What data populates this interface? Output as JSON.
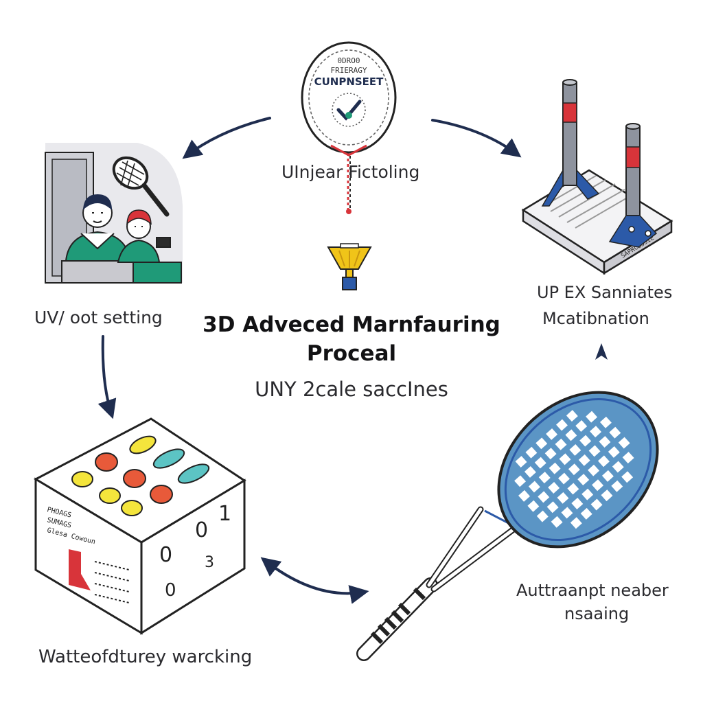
{
  "title": {
    "line1": "3D Adveced Marnfauring",
    "line2": "Proceal"
  },
  "subtitle": "UNY 2cale saccInes",
  "nodes": {
    "top": {
      "label": "UInjear Fictoling",
      "badge_lines": [
        "0DRO0",
        "FRIERAGY",
        "CUNPNSEET"
      ]
    },
    "left": {
      "label": "UV/ oot setting"
    },
    "right": {
      "label_line1": "UP EX Sanniates",
      "label_line2": "Mcatibnation",
      "plate_text": "SAPRCSSSIE"
    },
    "bottom_left": {
      "label": "Watteofdturey warcking",
      "side_text": [
        "PHOAGS",
        "SUMAGS",
        "Glesa Cowoun"
      ],
      "box_digits": [
        "0",
        "1",
        "0",
        "3",
        "0"
      ]
    },
    "bottom_right": {
      "label_line1": "Auttraanpt neaber",
      "label_line2": "nsaaing"
    }
  },
  "colors": {
    "arrow": "#1f2d4f",
    "accent_green": "#1f9a78",
    "accent_red": "#d8343a",
    "racket_blue": "#5b95c5",
    "frame_blue": "#2c5aa8",
    "trophy_gold": "#f0c419"
  },
  "icons": [
    "inspection-badge-icon",
    "trophy-icon",
    "workers-icon",
    "press-machine-icon",
    "materials-cube-icon",
    "racket-icon"
  ]
}
